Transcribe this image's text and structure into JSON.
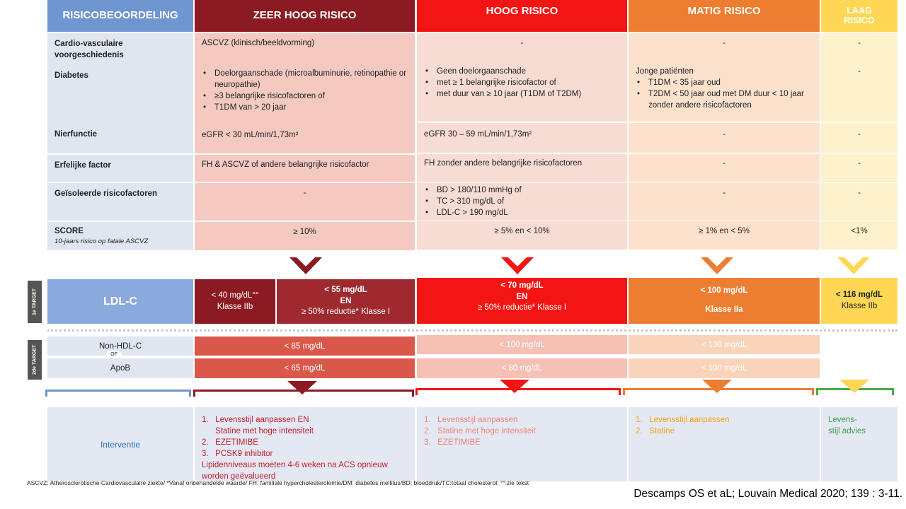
{
  "header": {
    "col0": "RISICOBEOORDELING",
    "col1": "ZEER HOOG RISICO",
    "col2": "HOOG RISICO",
    "col3": "MATIG RISICO",
    "col4_l1": "LAAG",
    "col4_l2": "RISICO"
  },
  "colors": {
    "blue": "#6f96d0",
    "very_high": "#8b1a22",
    "high": "#f31414",
    "moderate": "#ed7d31",
    "low": "#ffd755"
  },
  "rows": {
    "cv": {
      "label_l1": "Cardio-vasculaire",
      "label_l2": "voorgeschiedenis",
      "zh": "ASCVZ (klinisch/beeldvorming)",
      "h": "-",
      "m": "-",
      "l": "-"
    },
    "dm": {
      "label": "Diabetes",
      "zh": [
        "Doelorgaanschade  (microalbuminurie, retinopathie or neuropathie)",
        "  ≥3 belangrijke risicofactoren of",
        "T1DM van  > 20 jaar"
      ],
      "h": [
        "Geen doelorgaanschade",
        "met ≥ 1 belangrijke risicofactor of",
        "met duur van ≥ 10 jaar (T1DM of T2DM)"
      ],
      "m_intro": "Jonge patiënten",
      "m": [
        "T1DM < 35 jaar oud",
        "T2DM < 50 jaar oud met DM duur < 10 jaar zonder andere risicofactoren"
      ],
      "l": "-"
    },
    "nf": {
      "label": "Nierfunctie",
      "zh": "eGFR < 30 mL/min/1,73m²",
      "h": "eGFR  30 – 59 mL/min/1,73m²",
      "m": "-",
      "l": "-"
    },
    "ef": {
      "label": "Erfelijke factor",
      "zh": "FH & ASCVZ of andere  belangrijke risicofactor",
      "h": "FH zonder andere belangrijke risicofactoren",
      "m": "-",
      "l": "-"
    },
    "gr": {
      "label": "Geïsoleerde risicofactoren",
      "zh": "-",
      "h": [
        "BD > 180/110 mmHg of",
        "TC > 310 mg/dL of",
        "LDL-C > 190 mg/dL"
      ],
      "m": "-",
      "l": "-"
    },
    "sc": {
      "label": "SCORE",
      "sub": "10-jaars risico op fatale ASCVZ",
      "zh": "≥ 10%",
      "h": "≥ 5% en < 10%",
      "m": "≥ 1% en < 5%",
      "l": "<1%"
    }
  },
  "target1": {
    "side": "1e TARGET",
    "label": "LDL-C",
    "zh_a_l1": "< 40 mg/dL°°",
    "zh_a_l2": "Klasse IIb",
    "zh_b_l1": "< 55 mg/dL",
    "zh_b_l2": "EN",
    "zh_b_l3": "≥  50% reductie* Klasse I",
    "h_l1": "< 70 mg/dL",
    "h_l2": "EN",
    "h_l3": "≥  50% reductie* Klasse I",
    "m_l1": "< 100 mg/dL",
    "m_l2": "Klasse IIa",
    "l_l1": "< 116 mg/dL",
    "l_l2": "Klasse IIb"
  },
  "target2": {
    "side": "2de TARGET",
    "nonhdl": "Non-HDL-C",
    "of": "OF",
    "apob": "ApoB",
    "zh_1": "< 85 mg/dL",
    "h_1": "< 100 mg/dL",
    "m_1": "< 130 mg/dL",
    "zh_2": "< 65 mg/dL",
    "h_2": "< 80 mg/dL",
    "m_2": "< 100 mg/dL"
  },
  "intervention": {
    "label": "Interventie",
    "zh": [
      "1.   Levensstijl aanpassen EN",
      "      Statine met hoge intensiteit",
      "2.   EZETIMIBE",
      "3.   PCSK9 inhibitor"
    ],
    "zh_note": "Lipidenniveaus moeten 4-6 weken na ACS opnieuw worden geëvalueerd",
    "h": [
      "1.   Levensstijl aanpassen",
      "2.   Statine met hoge intensiteit",
      "3.   EZETIMIBE"
    ],
    "m": [
      "1.   Levensstijl aanpassen",
      "2.   Statine"
    ],
    "l_l1": "Levens-",
    "l_l2": "stijl advies"
  },
  "footnote": "ASCVZ: Atherosclerotische Cardiovasculaire ziekte/ *Vanaf onbehandelde waarde/ FH: familiale hypercholesterolemie/DM: diabetes mellitus/BD: bloeddruk/TC:totaal cholesterol; °°:zie tekst",
  "citation": "Descamps OS et aL; Louvain Medical 2020; 139 : 3-11."
}
